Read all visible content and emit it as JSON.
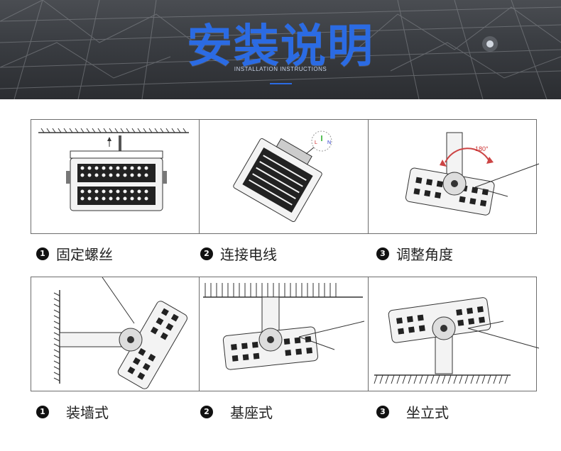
{
  "header": {
    "title": "安装说明",
    "subtitle": "INSTALLATION INSTRUCTIONS"
  },
  "steps_row1": [
    {
      "number": "1",
      "label": "固定螺丝"
    },
    {
      "number": "2",
      "label": "连接电线"
    },
    {
      "number": "3",
      "label": "调整角度"
    }
  ],
  "steps_row2": [
    {
      "number": "1",
      "label": "装墙式"
    },
    {
      "number": "2",
      "label": "基座式"
    },
    {
      "number": "3",
      "label": "坐立式"
    }
  ],
  "diagram_text": {
    "rotate_angle": "180°",
    "wire_L": "L",
    "wire_N": "N"
  },
  "colors": {
    "accent": "#2b6be3",
    "banner_dark": "#2b2d31",
    "line": "#333333"
  }
}
